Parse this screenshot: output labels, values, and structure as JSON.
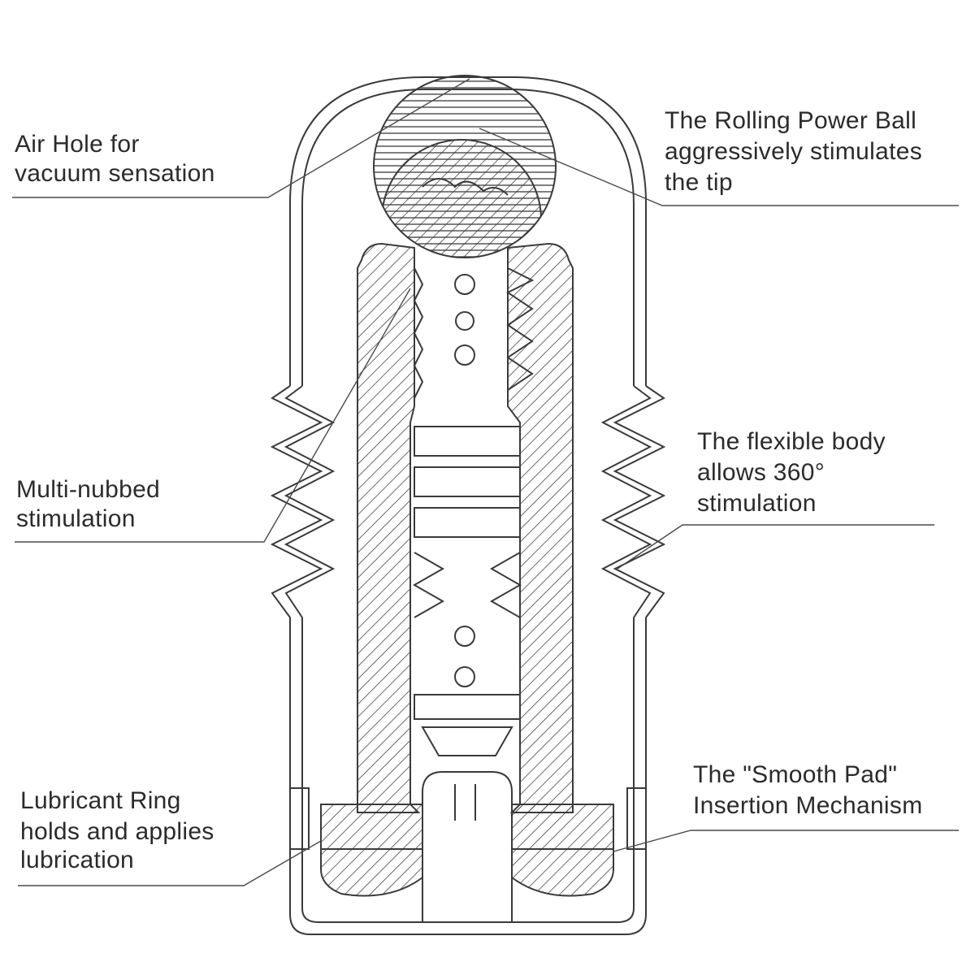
{
  "callouts": {
    "air_hole": [
      "Air Hole for",
      "vacuum sensation"
    ],
    "power_ball": [
      "The Rolling Power Ball",
      "aggressively stimulates",
      "the tip"
    ],
    "multi_nubbed": [
      "Multi-nubbed",
      "stimulation"
    ],
    "flexible_body": [
      "The flexible body",
      "allows 360°",
      "stimulation"
    ],
    "lubricant_ring": [
      "Lubricant Ring",
      "holds and applies",
      "lubrication"
    ],
    "smooth_pad": [
      "The \"Smooth Pad\"",
      "Insertion Mechanism"
    ]
  },
  "colors": {
    "line": "#3a3a3a",
    "text": "#2b2b2b",
    "background": "#ffffff"
  }
}
